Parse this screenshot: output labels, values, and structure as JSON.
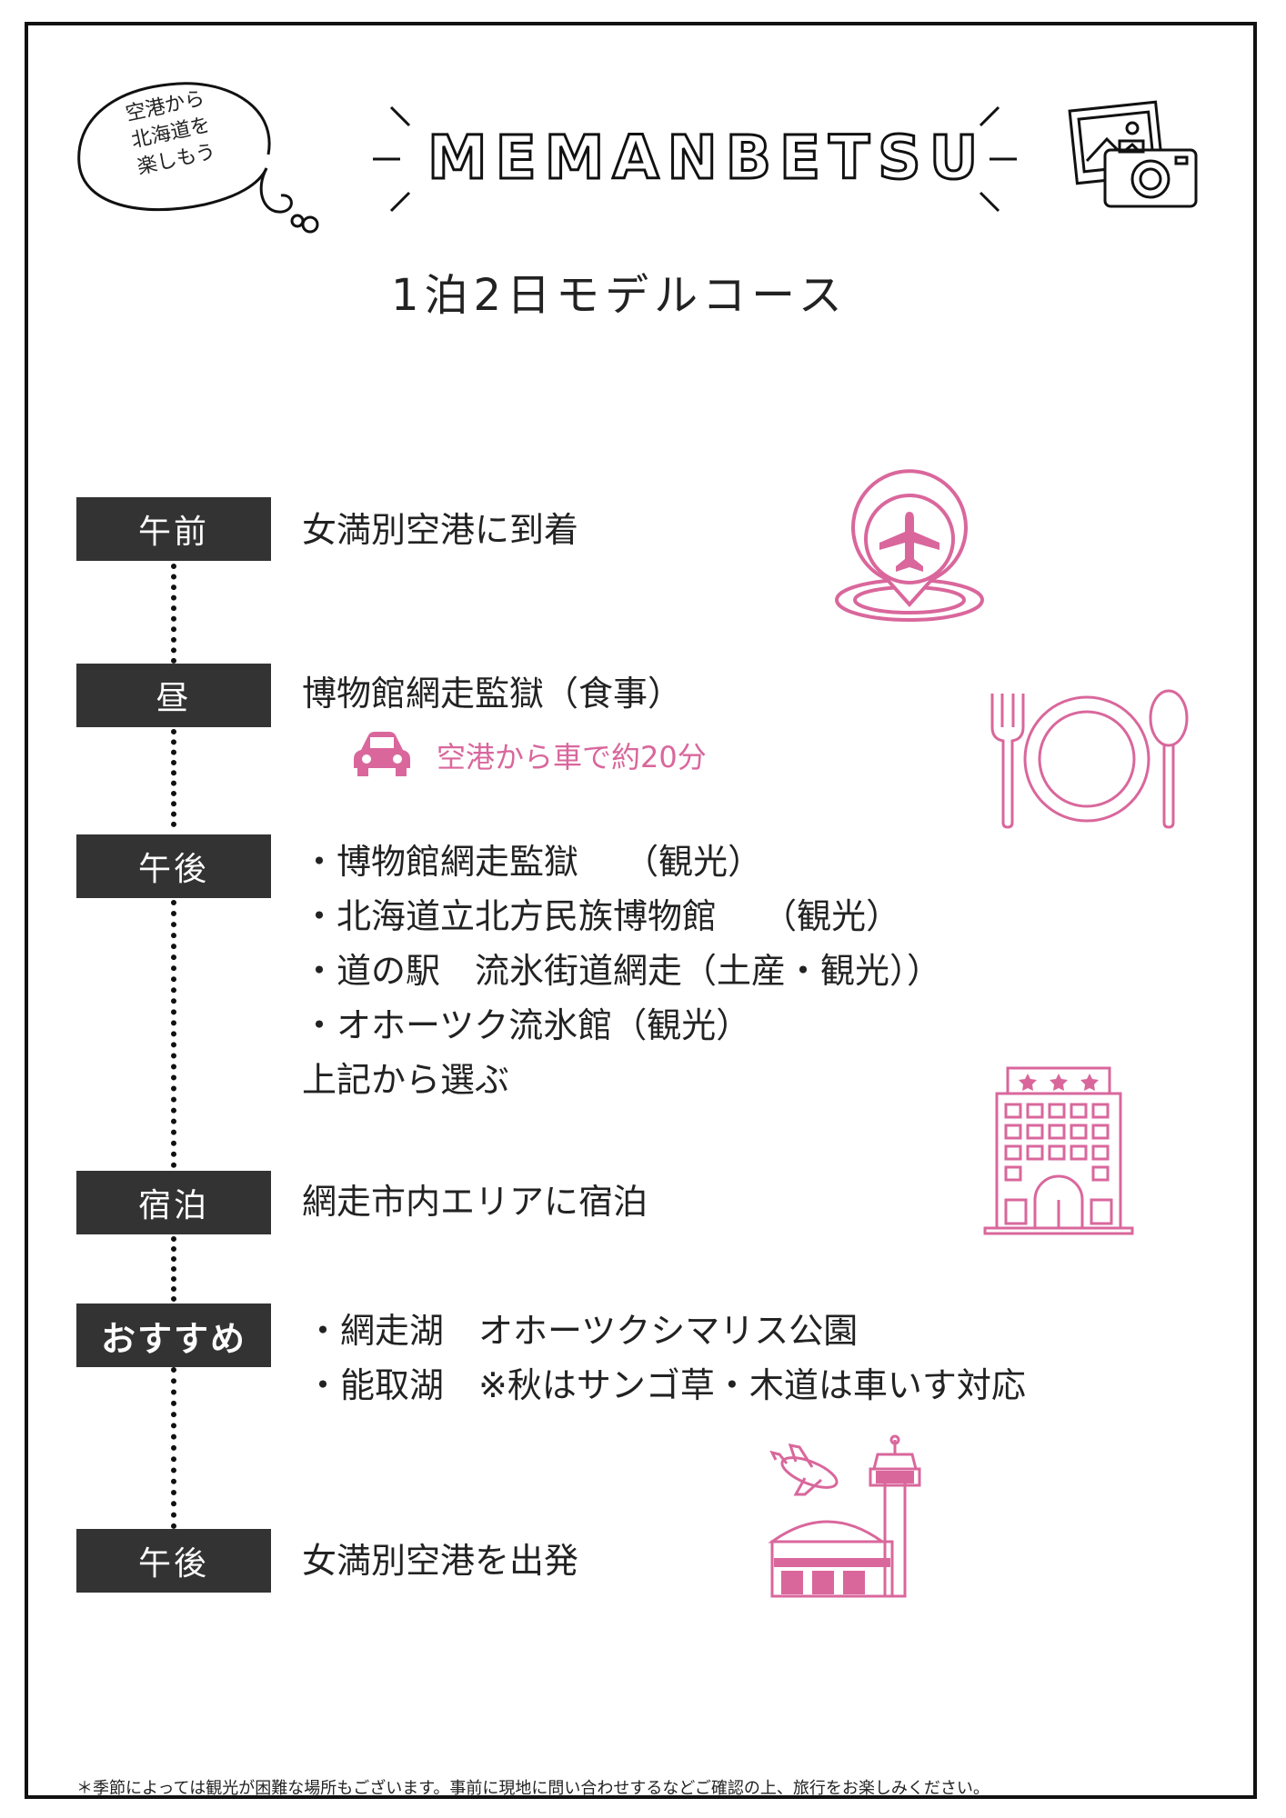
{
  "header": {
    "bubble_lines": [
      "空港から",
      "北海道を",
      "楽しもう"
    ],
    "title": "MEMANBETSU",
    "subtitle": "1泊2日モデルコース"
  },
  "schedule": [
    {
      "label": "午前",
      "lines": [
        "女満別空港に到着"
      ]
    },
    {
      "label": "昼",
      "lines": [
        "博物館網走監獄（食事）"
      ],
      "transport": "空港から車で約20分"
    },
    {
      "label": "午後",
      "lines": [
        "・博物館網走監獄　 （観光）",
        "・北海道立北方民族博物館　 （観光）",
        "・道の駅　流氷街道網走（土産・観光））",
        "・オホーツク流氷館（観光）",
        "上記から選ぶ"
      ]
    },
    {
      "label": "宿泊",
      "lines": [
        "網走市内エリアに宿泊"
      ]
    },
    {
      "label": "おすすめ",
      "lines": [
        "・網走湖　オホーツクシマリス公園",
        "・能取湖　※秋はサンゴ草・木道は車いす対応"
      ]
    },
    {
      "label": "午後",
      "lines": [
        "女満別空港を出発"
      ]
    }
  ],
  "footer_note": "＊季節によっては観光が困難な場所もございます。事前に現地に問い合わせするなどご確認の上、旅行をお楽しみください。",
  "icons": [
    "speech-bubble-icon",
    "camera-photo-icon",
    "airport-location-icon",
    "plate-cutlery-icon",
    "car-icon",
    "hotel-icon",
    "airport-terminal-icon"
  ],
  "colors": {
    "accent": "#d9679c",
    "label_bg": "#333333",
    "text": "#222222"
  }
}
